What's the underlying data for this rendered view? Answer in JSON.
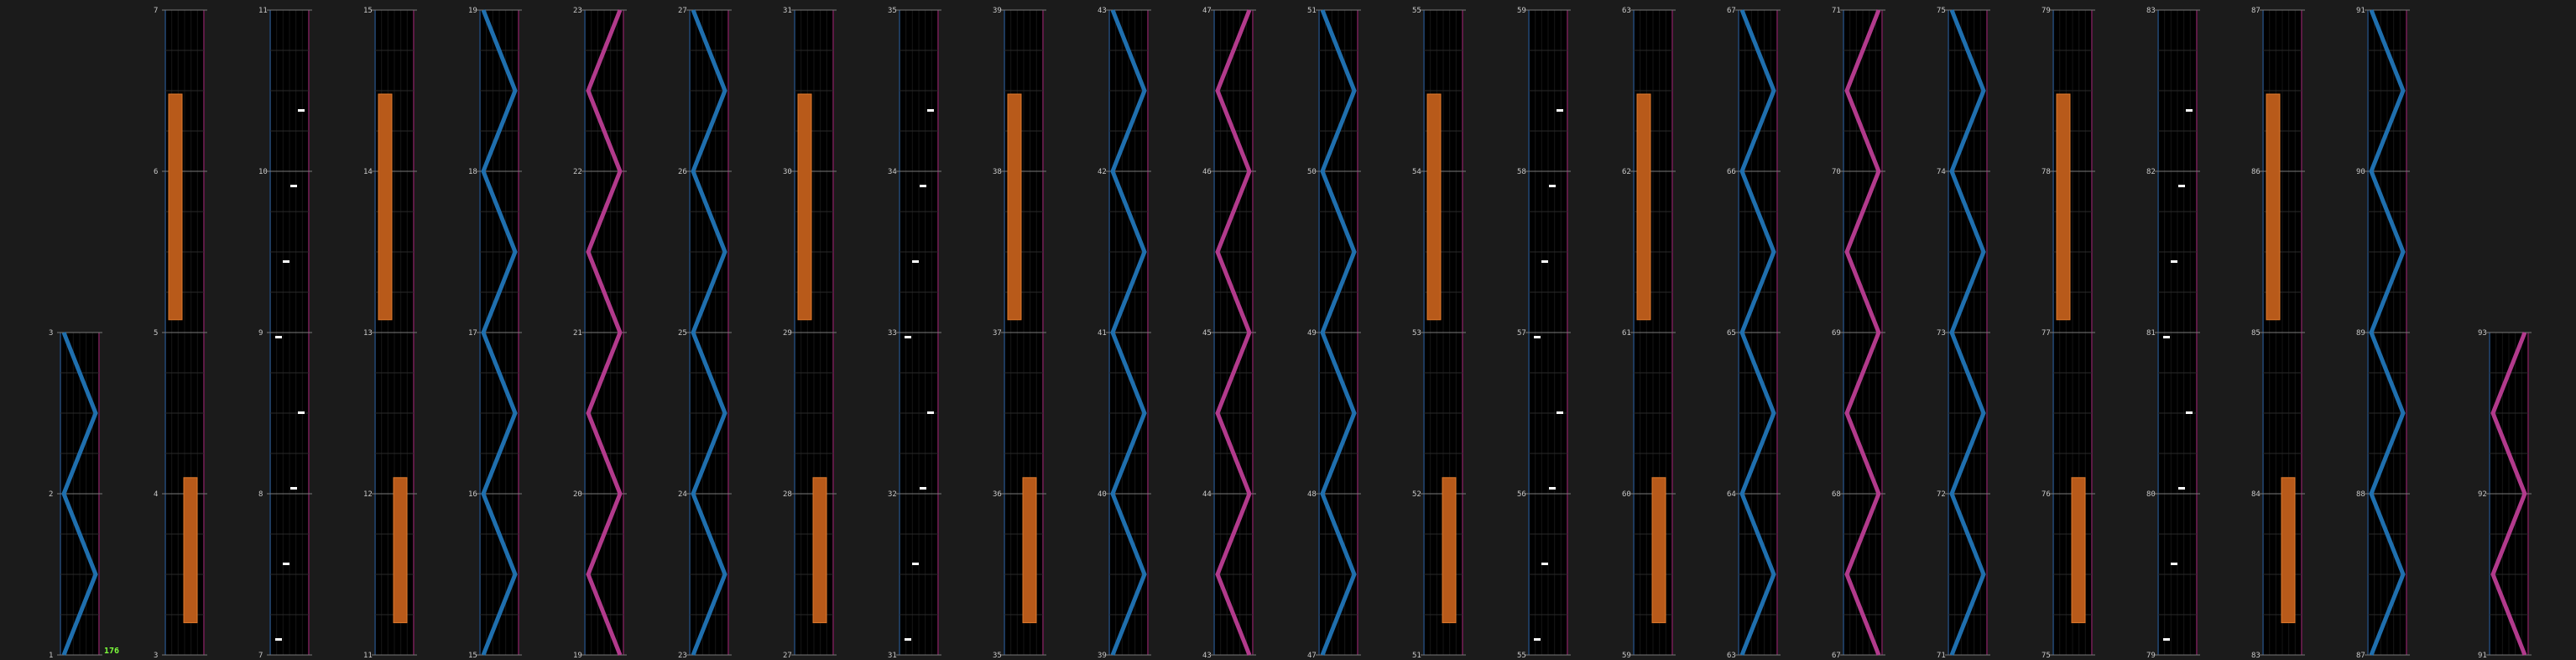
{
  "app": {
    "bpm_label": "176",
    "colors": {
      "background": "#1b1b1b",
      "lane": "#000000",
      "lane_edge": "#1e3a5c",
      "scratch_edge": "#5c1a44",
      "measure_line": "#7a7a7a",
      "beat_line": "#2a2a2a",
      "hold": "#b85a1a",
      "hold_edge": "#e07a2c",
      "blue_lane": "#1f6fae",
      "pink_lane": "#b23a8c",
      "white_note": "#ffffff",
      "orange_note": "#e07a2c",
      "bpm": "#7dff3c"
    }
  },
  "measures": [
    "1",
    "2",
    "3",
    "4",
    "5",
    "6",
    "7",
    "8",
    "9",
    "10",
    "11",
    "12",
    "13",
    "14",
    "15",
    "16",
    "17",
    "18",
    "19",
    "20",
    "21",
    "22",
    "23",
    "24",
    "25",
    "26",
    "27",
    "28",
    "29",
    "30",
    "31",
    "32",
    "33",
    "34",
    "35",
    "36",
    "37",
    "38",
    "39",
    "40",
    "41",
    "42",
    "43",
    "44",
    "45",
    "46",
    "47",
    "48",
    "49",
    "50",
    "51",
    "52",
    "53",
    "54",
    "55",
    "56",
    "57",
    "58",
    "59",
    "60",
    "61",
    "62",
    "63",
    "64",
    "65",
    "66",
    "67",
    "68",
    "69",
    "70",
    "71",
    "72",
    "73",
    "74",
    "75",
    "76",
    "77",
    "78",
    "79",
    "80",
    "81",
    "82",
    "83",
    "84",
    "85",
    "86",
    "87",
    "88",
    "89",
    "90",
    "91",
    "92",
    "93"
  ],
  "columns": [
    {
      "labels": [
        "1",
        "2",
        "3"
      ]
    },
    {
      "labels": [
        "3",
        "4",
        "5",
        "6",
        "7"
      ]
    },
    {
      "labels": [
        "7",
        "8",
        "9",
        "10",
        "11"
      ]
    },
    {
      "labels": [
        "11",
        "12",
        "13",
        "14",
        "15"
      ]
    },
    {
      "labels": [
        "15",
        "16",
        "17",
        "18",
        "19"
      ]
    },
    {
      "labels": [
        "19",
        "20",
        "21",
        "22",
        "23"
      ]
    },
    {
      "labels": [
        "23",
        "24",
        "25",
        "26",
        "27"
      ]
    },
    {
      "labels": [
        "27",
        "28",
        "29",
        "30",
        "31"
      ]
    },
    {
      "labels": [
        "31",
        "32",
        "33",
        "34",
        "35"
      ]
    },
    {
      "labels": [
        "35",
        "36",
        "37",
        "38",
        "39"
      ]
    },
    {
      "labels": [
        "39",
        "40",
        "41",
        "42",
        "43"
      ]
    },
    {
      "labels": [
        "43",
        "44",
        "45",
        "46",
        "47"
      ]
    },
    {
      "labels": [
        "47",
        "48",
        "49",
        "50",
        "51"
      ]
    },
    {
      "labels": [
        "51",
        "52",
        "53",
        "54",
        "55"
      ]
    },
    {
      "labels": [
        "55",
        "56",
        "57",
        "58",
        "59"
      ]
    },
    {
      "labels": [
        "59",
        "60",
        "61",
        "62",
        "63"
      ]
    },
    {
      "labels": [
        "63",
        "64",
        "65",
        "66",
        "67"
      ]
    },
    {
      "labels": [
        "67",
        "68",
        "69",
        "70",
        "71"
      ]
    },
    {
      "labels": [
        "71",
        "72",
        "73",
        "74",
        "75"
      ]
    },
    {
      "labels": [
        "75",
        "76",
        "77",
        "78",
        "79"
      ]
    },
    {
      "labels": [
        "79",
        "80",
        "81",
        "82",
        "83"
      ]
    },
    {
      "labels": [
        "83",
        "84",
        "85",
        "86",
        "87"
      ]
    },
    {
      "labels": [
        "87",
        "88",
        "89",
        "90",
        "91"
      ]
    },
    {
      "labels": [
        "91",
        "92",
        "93"
      ]
    }
  ]
}
